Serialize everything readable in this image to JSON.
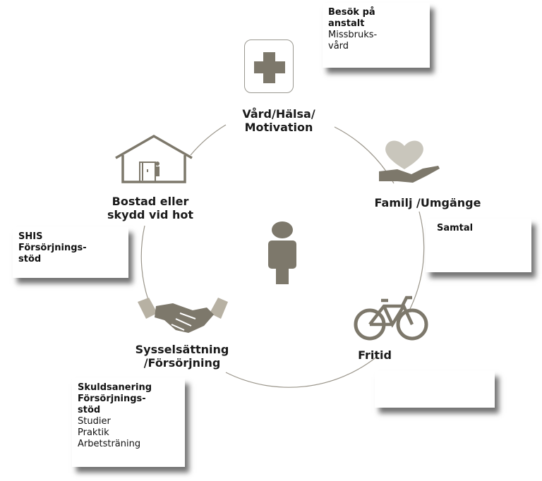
{
  "center": {
    "icon": "person-icon"
  },
  "nodes": {
    "health": {
      "label_lines": [
        "Vård/Hälsa/",
        "Motivation"
      ],
      "icon": "medical-cross-icon"
    },
    "family": {
      "label_lines": [
        "Familj /Umgänge"
      ],
      "icon": "heart-in-hand-icon"
    },
    "leisure": {
      "label_lines": [
        "Fritid"
      ],
      "icon": "bicycle-icon"
    },
    "employment": {
      "label_lines": [
        "Sysselsättning",
        "/Försörjning"
      ],
      "icon": "handshake-icon"
    },
    "housing": {
      "label_lines": [
        "Bostad eller",
        "skydd vid hot"
      ],
      "icon": "house-icon"
    }
  },
  "cards": {
    "health": {
      "bold": [
        "Besök på",
        "anstalt"
      ],
      "normal": [
        "Missbruks-",
        "vård"
      ]
    },
    "family": {
      "bold": [
        "Samtal"
      ],
      "normal": []
    },
    "leisure": {
      "bold": [],
      "normal": []
    },
    "employment": {
      "bold": [
        "Skuldsanering",
        "Försörjnings-",
        "stöd"
      ],
      "normal": [
        "Studier",
        "Praktik",
        "Arbetsträning"
      ]
    },
    "housing": {
      "bold": [
        "SHIS",
        "Försörjnings-",
        "stöd"
      ],
      "normal": []
    }
  },
  "colors": {
    "icon": "#7d786b",
    "icon_light": "#c9c6bc",
    "circle": "#9a958a"
  }
}
